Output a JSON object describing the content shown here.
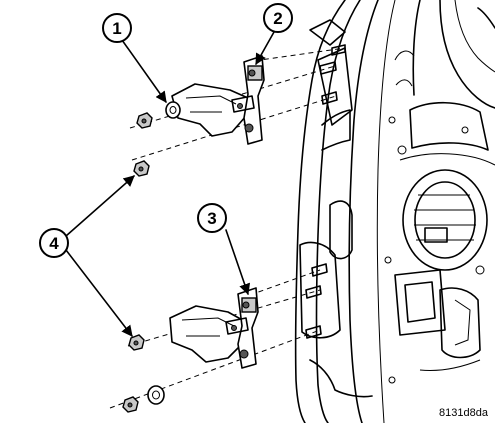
{
  "diagram": {
    "callouts": [
      {
        "id": "callout-1",
        "label": "1"
      },
      {
        "id": "callout-2",
        "label": "2"
      },
      {
        "id": "callout-3",
        "label": "3"
      },
      {
        "id": "callout-4",
        "label": "4"
      }
    ],
    "figure_code": "8131d8da"
  }
}
